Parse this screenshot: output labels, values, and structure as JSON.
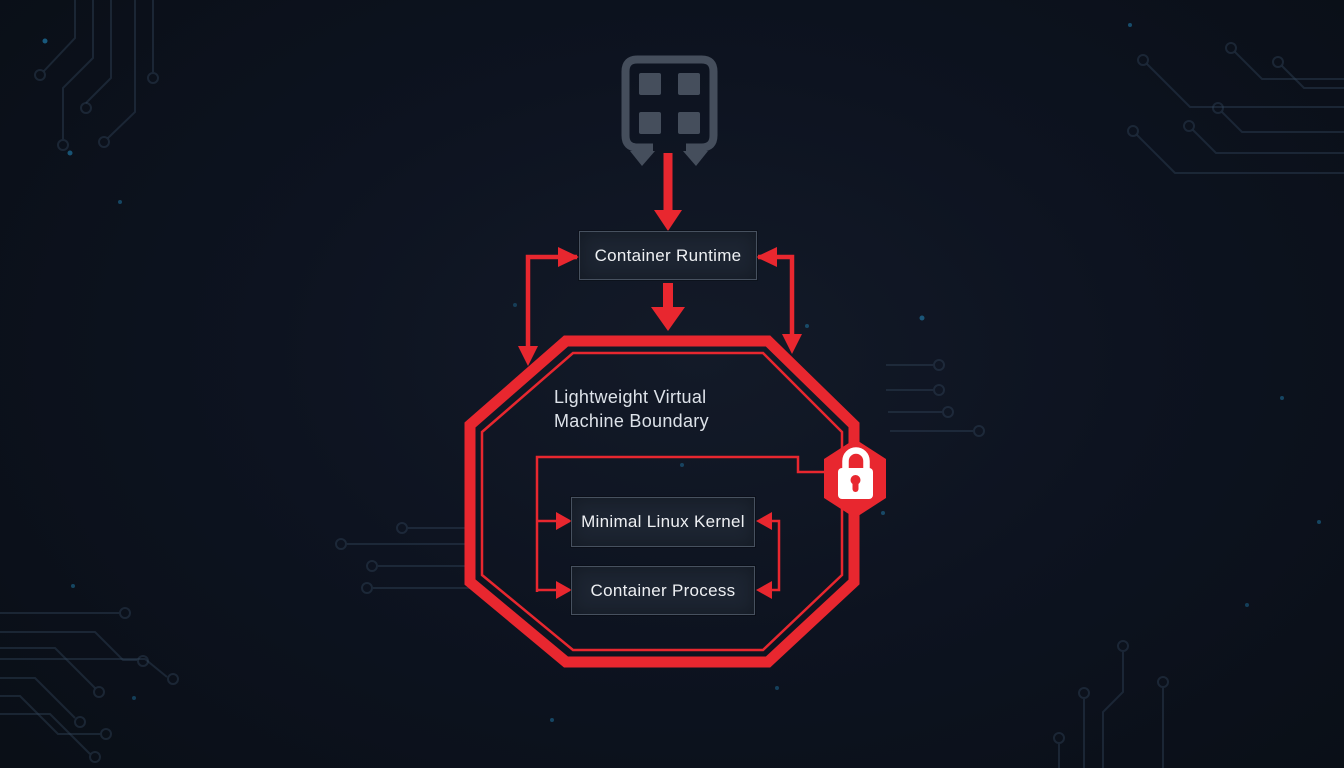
{
  "diagram": {
    "nodes": {
      "container_image": {
        "icon": "container-image-icon"
      },
      "container_runtime": {
        "label": "Container Runtime"
      },
      "vm_boundary": {
        "label": "Lightweight Virtual Machine Boundary",
        "shape": "octagon"
      },
      "minimal_linux_kernel": {
        "label": "Minimal Linux Kernel"
      },
      "container_process": {
        "label": "Container Process"
      },
      "security_lock": {
        "icon": "lock-icon",
        "shape": "hexagon"
      }
    },
    "edges": [
      {
        "from": "container_image",
        "to": "container_runtime",
        "style": "arrow-down"
      },
      {
        "from": "container_runtime",
        "to": "vm_boundary",
        "style": "arrow-down"
      },
      {
        "from": "container_runtime",
        "to": "vm_boundary",
        "style": "elbow-double-arrow-left"
      },
      {
        "from": "container_runtime",
        "to": "vm_boundary",
        "style": "elbow-double-arrow-right"
      },
      {
        "from": "vm_boundary",
        "to": "minimal_linux_kernel",
        "style": "arrow-right"
      },
      {
        "from": "vm_boundary",
        "to": "container_process",
        "style": "arrow-right"
      },
      {
        "from": "minimal_linux_kernel",
        "to": "container_process",
        "style": "bracket-double-arrow"
      },
      {
        "from": "vm_boundary",
        "to": "security_lock",
        "style": "circuit-trace"
      }
    ],
    "colors": {
      "background": "#0c1119",
      "accent_red": "#e8272f",
      "box_fill": "#1d2532",
      "box_border": "#47515f",
      "text": "#eef0f3",
      "icon_gray": "#454e5c",
      "circuit_trace": "#31465a",
      "glow_dot": "#2595cd"
    }
  }
}
